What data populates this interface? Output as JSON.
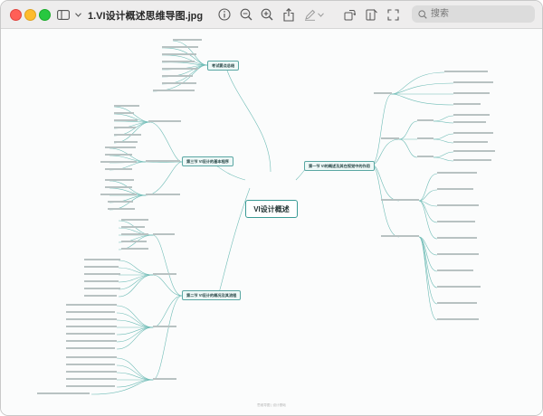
{
  "window": {
    "title": "1.VI设计概述思维导图.jpg",
    "search_placeholder": "搜索"
  },
  "mindmap": {
    "central": "VI设计概述",
    "topics": {
      "top": "考试要点总结",
      "left_upper": "第三节 VI设计的基本程序",
      "left_lower": "第二节 VI设计的概况及其流程",
      "right": "第一节 VI的概述及其在视觉中的作用"
    },
    "footer_text": "思维导图 | 设计基础"
  }
}
